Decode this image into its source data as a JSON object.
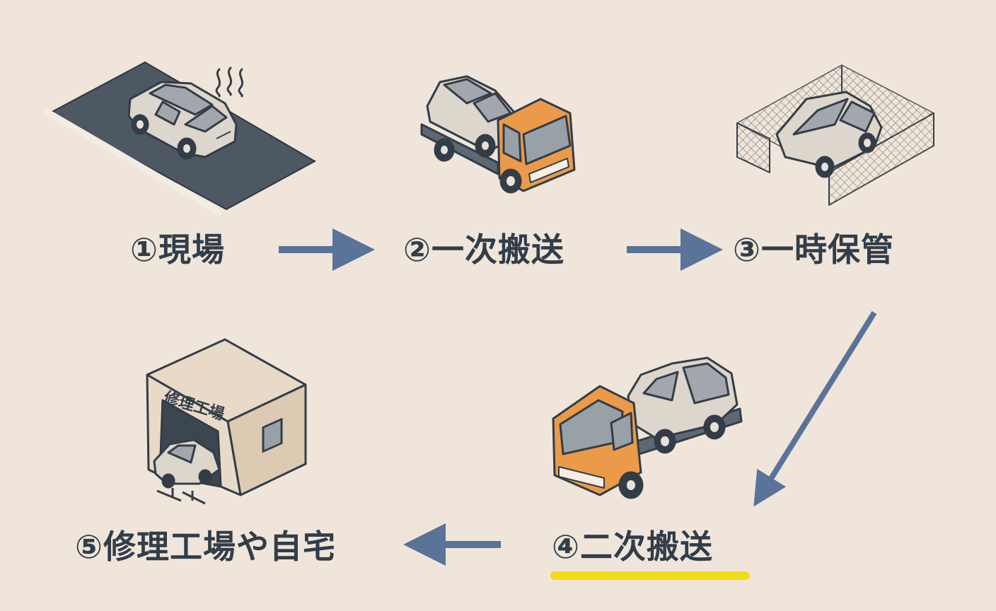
{
  "steps": [
    {
      "label": "①現場",
      "icon": "accident-car-on-road-icon"
    },
    {
      "label": "②一次搬送",
      "icon": "tow-truck-carrying-car-icon"
    },
    {
      "label": "③一時保管",
      "icon": "fenced-storage-yard-icon"
    },
    {
      "label": "④二次搬送",
      "icon": "tow-truck-carrying-car-icon",
      "highlighted": true
    },
    {
      "label": "⑤修理工場や自宅",
      "icon": "repair-shop-icon"
    }
  ],
  "repair_shop_sign": "修理工場",
  "colors": {
    "background": "#efe5da",
    "text": "#323d49",
    "arrow": "#5a7398",
    "truck": "#eb9a4a",
    "car": "#ddd6cc",
    "road": "#4d5862",
    "highlight": "#f2dc1a"
  }
}
